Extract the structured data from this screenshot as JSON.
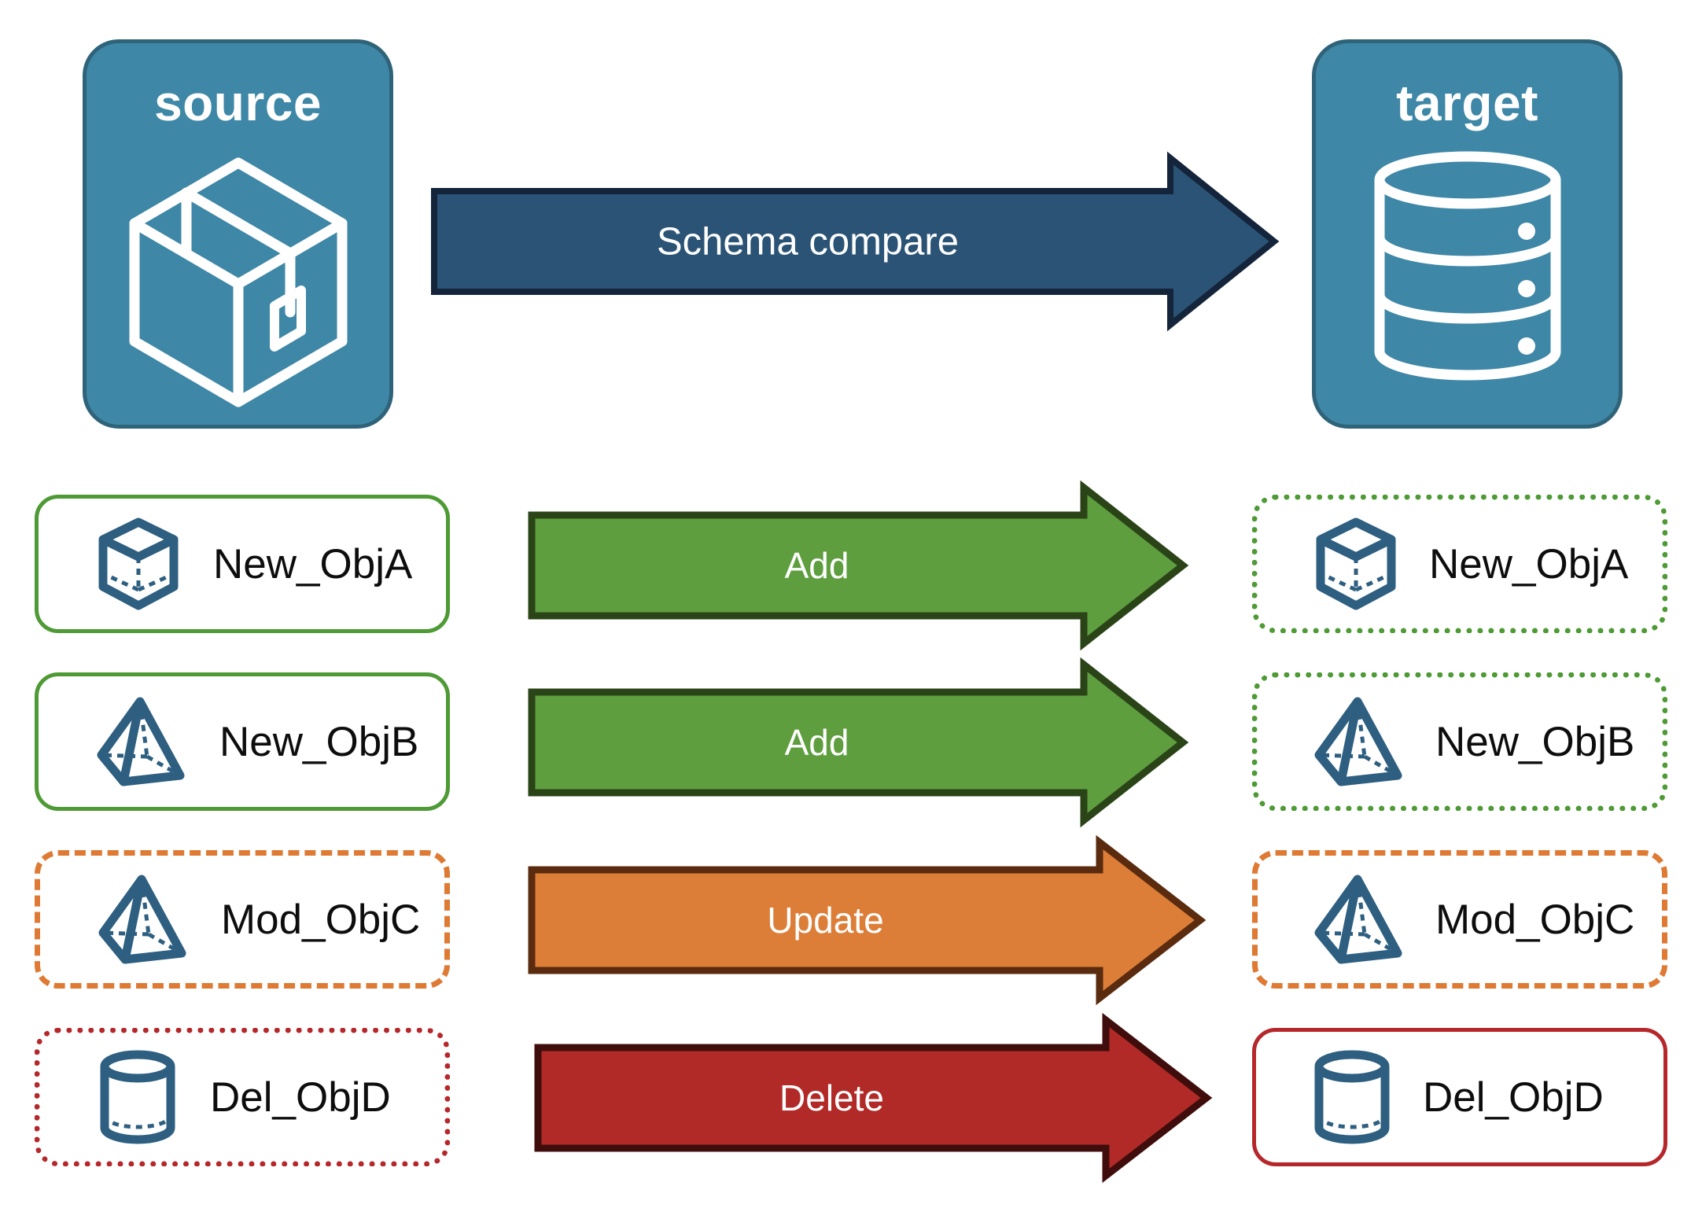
{
  "diagram": {
    "title_source": "source",
    "title_target": "target",
    "compare_arrow_label": "Schema compare",
    "colors": {
      "endpoint_fill": "#3E87A6",
      "endpoint_border": "#2F6379",
      "compare_fill": "#2B5375",
      "compare_border": "#14243A",
      "add_fill": "#5E9E3F",
      "add_border": "#2A4418",
      "update_fill": "#DC7E38",
      "update_border": "#5A2B0E",
      "delete_fill": "#B12A28",
      "delete_border": "#3F0D0C",
      "icon_blue": "#2E5F80",
      "green_box": "#4E9A35",
      "orange_box": "#DE7A33",
      "red_box": "#B5272A",
      "label_text": "#0D0D0D"
    }
  },
  "endpoints": {
    "source": {
      "label": "source",
      "icon": "package-box-icon"
    },
    "target": {
      "label": "target",
      "icon": "database-cylinder-icon"
    }
  },
  "rows": [
    {
      "source_label": "New_ObjA",
      "target_label": "New_ObjA",
      "action": "Add",
      "icon": "wireframe-cube-icon",
      "source_border_style": "solid",
      "target_border_style": "dotted",
      "border_color": "#4E9A35",
      "arrow_fill": "#5E9E3F",
      "arrow_border": "#2A4418"
    },
    {
      "source_label": "New_ObjB",
      "target_label": "New_ObjB",
      "action": "Add",
      "icon": "wireframe-pyramid-icon",
      "source_border_style": "solid",
      "target_border_style": "dotted",
      "border_color": "#4E9A35",
      "arrow_fill": "#5E9E3F",
      "arrow_border": "#2A4418"
    },
    {
      "source_label": "Mod_ObjC",
      "target_label": "Mod_ObjC",
      "action": "Update",
      "icon": "wireframe-pyramid-icon",
      "source_border_style": "dashed",
      "target_border_style": "dashed",
      "border_color": "#DE7A33",
      "arrow_fill": "#DC7E38",
      "arrow_border": "#5A2B0E"
    },
    {
      "source_label": "Del_ObjD",
      "target_label": "Del_ObjD",
      "action": "Delete",
      "icon": "wireframe-cylinder-icon",
      "source_border_style": "dotted",
      "target_border_style": "solid",
      "border_color": "#B5272A",
      "arrow_fill": "#B12A28",
      "arrow_border": "#3F0D0C"
    }
  ]
}
